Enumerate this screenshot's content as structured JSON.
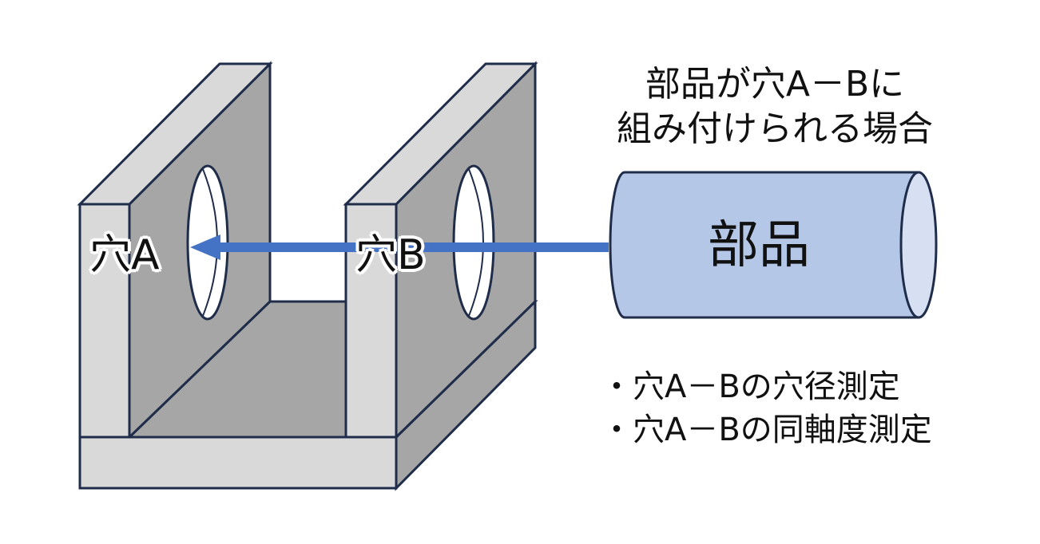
{
  "caption": {
    "line1": "部品が穴A－Bに",
    "line2": "組み付けられる場合"
  },
  "holes": {
    "a_label": "穴A",
    "b_label": "穴B"
  },
  "part": {
    "label": "部品"
  },
  "bullets": [
    "・穴A－Bの穴径測定",
    "・穴A－Bの同軸度測定"
  ],
  "colors": {
    "outline": "#1f2d4a",
    "face_light": "#d9d9d9",
    "face_dark": "#a6a6a6",
    "arrow": "#4472c4",
    "part_fill": "#b4c7e7",
    "part_end": "#d6e0f2"
  }
}
